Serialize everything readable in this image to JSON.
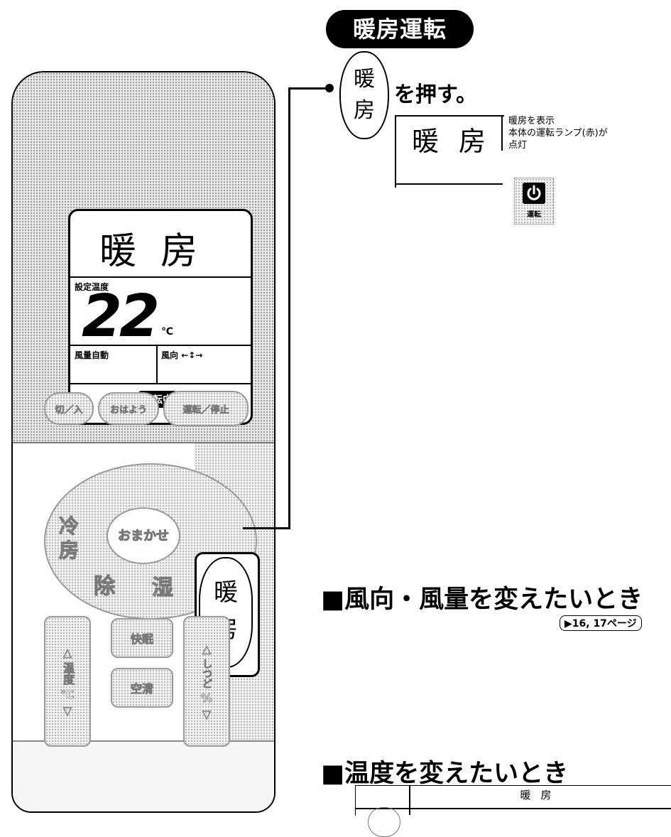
{
  "header": {
    "title": "暖房運転"
  },
  "remote": {
    "lcd": {
      "mode": "暖房",
      "set_temp_label": "設定温度",
      "temperature": "22",
      "unit": "℃",
      "fan": "風量自動",
      "direction": "風向",
      "direction_arrows": "←↕→",
      "running_badge": "運転中"
    },
    "top_buttons": [
      "切／入",
      "おはよう",
      "運転／停止"
    ],
    "dpad": {
      "left": "冷房",
      "center": "おまかせ",
      "right": "暖房",
      "bottom_left": "除",
      "bottom_right": "湿"
    },
    "bottom_buttons": {
      "temp": {
        "up": "△",
        "label": "温度",
        "unit": "℃",
        "down": "▽"
      },
      "middle_top": "快眠",
      "middle_bottom": "空清",
      "humidity": {
        "up": "△",
        "label": "しつど",
        "unit": "%",
        "down": "▽"
      }
    }
  },
  "instruction": {
    "button_label": "暖房",
    "action": "を押す。",
    "display": "暖房",
    "notes": [
      "暖房を表示",
      "本体の運転ランプ(赤)が",
      "点灯"
    ],
    "lamp_label": "運転"
  },
  "sections": [
    {
      "title": "■風向・風量を変えたいとき",
      "ref": "▶16, 17ページ"
    },
    {
      "title": "■温度を変えたいとき"
    }
  ],
  "table": {
    "header": "暖房"
  }
}
